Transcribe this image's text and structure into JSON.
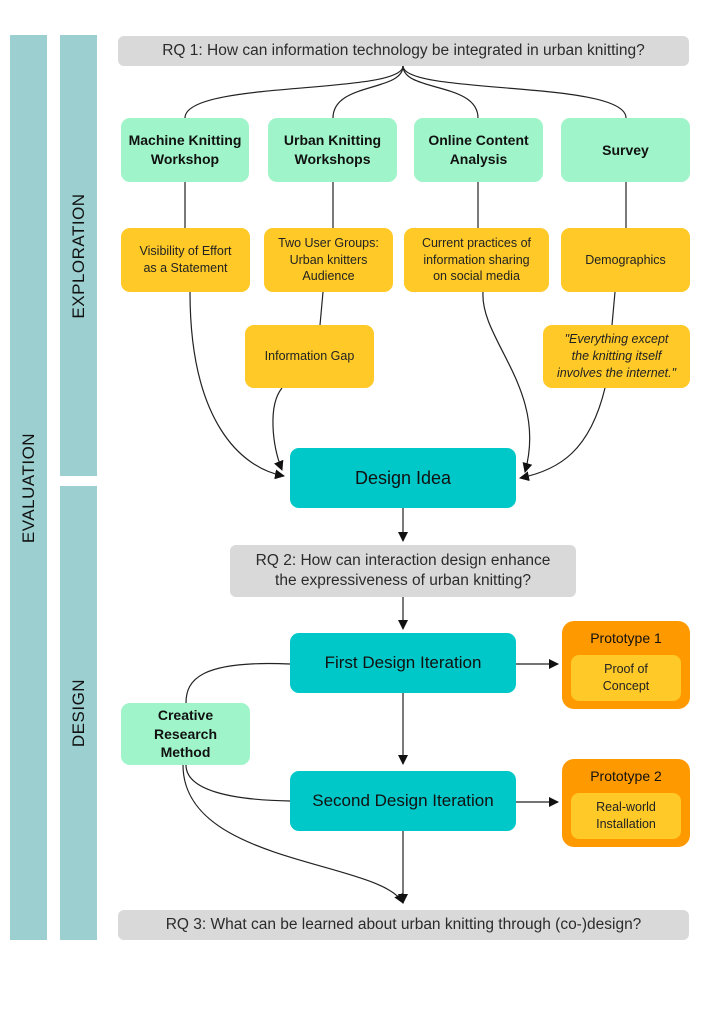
{
  "bands": {
    "evaluation": "EVALUATION",
    "exploration": "EXPLORATION",
    "design": "DESIGN"
  },
  "rq1": "RQ 1: How can information technology be integrated in urban knitting?",
  "rq2_line1": "RQ 2: How can interaction design enhance",
  "rq2_line2": "the expressiveness of urban knitting?",
  "rq3": "RQ 3: What can be learned about urban knitting through (co-)design?",
  "methods": [
    {
      "line1": "Machine Knitting",
      "line2": "Workshop"
    },
    {
      "line1": "Urban Knitting",
      "line2": "Workshops"
    },
    {
      "line1": "Online Content",
      "line2": "Analysis"
    },
    {
      "line1": "Survey",
      "line2": ""
    }
  ],
  "findings": {
    "f1": {
      "line1": "Visibility of Effort",
      "line2": "as a Statement",
      "line3": ""
    },
    "f2": {
      "line1": "Two User Groups:",
      "line2": "Urban knitters",
      "line3": "Audience"
    },
    "f3": {
      "line1": "Current practices of",
      "line2": "information sharing",
      "line3": "on social media"
    },
    "f4": {
      "line1": "Demographics",
      "line2": "",
      "line3": ""
    },
    "f5": {
      "line1": "Information Gap",
      "line2": "",
      "line3": ""
    },
    "f6": {
      "line1": "\"Everything except",
      "line2": "the knitting itself",
      "line3": "involves the internet.\""
    }
  },
  "design_idea": "Design Idea",
  "first_iteration": "First Design Iteration",
  "second_iteration": "Second Design Iteration",
  "creative_method": {
    "line1": "Creative",
    "line2": "Research",
    "line3": "Method"
  },
  "prototype1": {
    "title": "Prototype 1",
    "line1": "Proof of",
    "line2": "Concept"
  },
  "prototype2": {
    "title": "Prototype 2",
    "line1": "Real-world",
    "line2": "Installation"
  },
  "colors": {
    "band": "#9ccfcf",
    "rq_box": "#d9d9d9",
    "method_box": "#9ff5c9",
    "finding_box": "#ffc928",
    "design_box": "#00c8c8",
    "prototype_box": "#ff9900"
  }
}
